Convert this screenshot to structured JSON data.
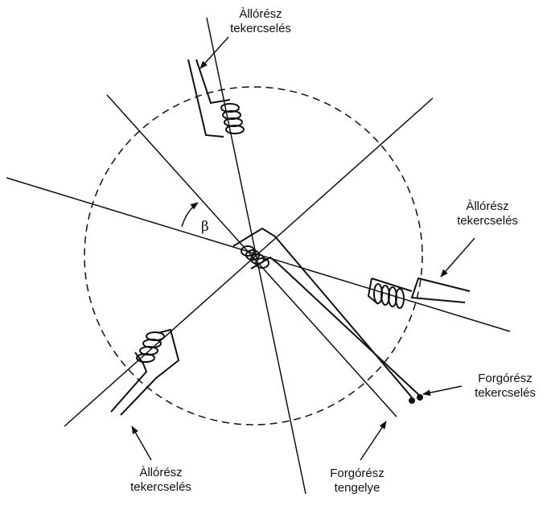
{
  "labels": {
    "stator_top": [
      "Àllórész",
      "tekercselés"
    ],
    "stator_right": [
      "Àllórész",
      "tekercselés"
    ],
    "stator_bottom": [
      "Àllórész",
      "tekercselés"
    ],
    "rotor_winding": [
      "Forgórész",
      "tekercselés"
    ],
    "rotor_axis": [
      "Forgórész",
      "tengelye"
    ]
  },
  "angle_symbol": "β",
  "colors": {
    "line": "#111111",
    "background": "#ffffff"
  }
}
